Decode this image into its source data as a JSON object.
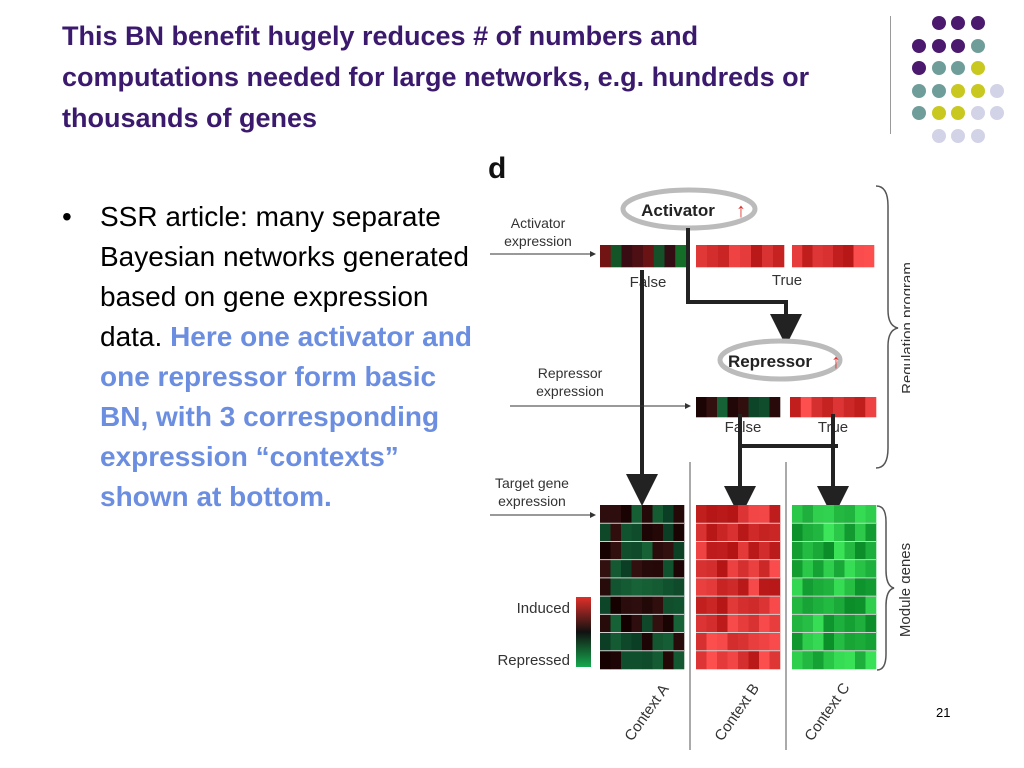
{
  "title": "This BN benefit hugely reduces # of numbers and computations needed for large networks, e.g. hundreds or thousands of genes",
  "bullet": {
    "normal": "SSR article: many separate Bayesian networks generated based on gene expression data. ",
    "highlight": "Here one activator and one repressor form basic BN, with 3 corresponding expression “contexts” shown at bottom."
  },
  "page_number": "21",
  "colors": {
    "title": "#3b1a6e",
    "highlight": "#6b8ee0",
    "dot_purple": "#4b1a6e",
    "dot_teal": "#6f9e9a",
    "dot_yellow": "#c8c820",
    "dot_lavender": "#d3d3e8",
    "induced": "#e0302a",
    "repressed": "#16a84e"
  },
  "figure": {
    "panel_letter": "d",
    "activator": "Activator",
    "repressor": "Repressor",
    "up_arrow": "↑",
    "activator_expression": [
      "Activator",
      "expression"
    ],
    "repressor_expression": [
      "Repressor",
      "expression"
    ],
    "target_expression": [
      "Target gene",
      "expression"
    ],
    "false_label": "False",
    "true_label": "True",
    "regulation_program": "Regulation program",
    "module_genes": "Module genes",
    "induced": "Induced",
    "repressed": "Repressed",
    "contexts": [
      "Context A",
      "Context B",
      "Context C"
    ]
  }
}
